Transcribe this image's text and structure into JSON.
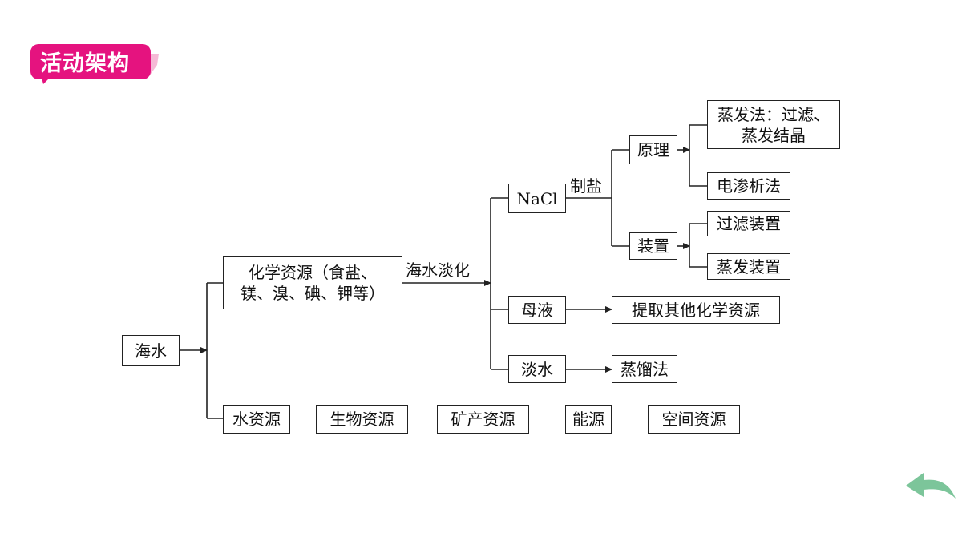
{
  "header": {
    "badge_label": "活动架构"
  },
  "diagram": {
    "root": "海水",
    "chem_resources": {
      "line1": "化学资源（食盐、",
      "line2": "镁、溴、碘、钾等）"
    },
    "desalination_label": "海水淡化",
    "nacl": "NaCl",
    "salt_label": "制盐",
    "principle": "原理",
    "evaporation_method": {
      "line1": "蒸发法：过滤、",
      "line2": "蒸发结晶"
    },
    "electrodialysis": "电渗析法",
    "device": "装置",
    "filter_device": "过滤装置",
    "evaporation_device": "蒸发装置",
    "mother_liquor": "母液",
    "extract_other": "提取其他化学资源",
    "fresh_water": "淡水",
    "distillation": "蒸馏法",
    "other_resources": [
      "水资源",
      "生物资源",
      "矿产资源",
      "能源",
      "空间资源"
    ]
  },
  "colors": {
    "badge": "#e5137f",
    "back_arrow": "#7cc59a"
  },
  "icons": {
    "back": "back-arrow-icon"
  }
}
